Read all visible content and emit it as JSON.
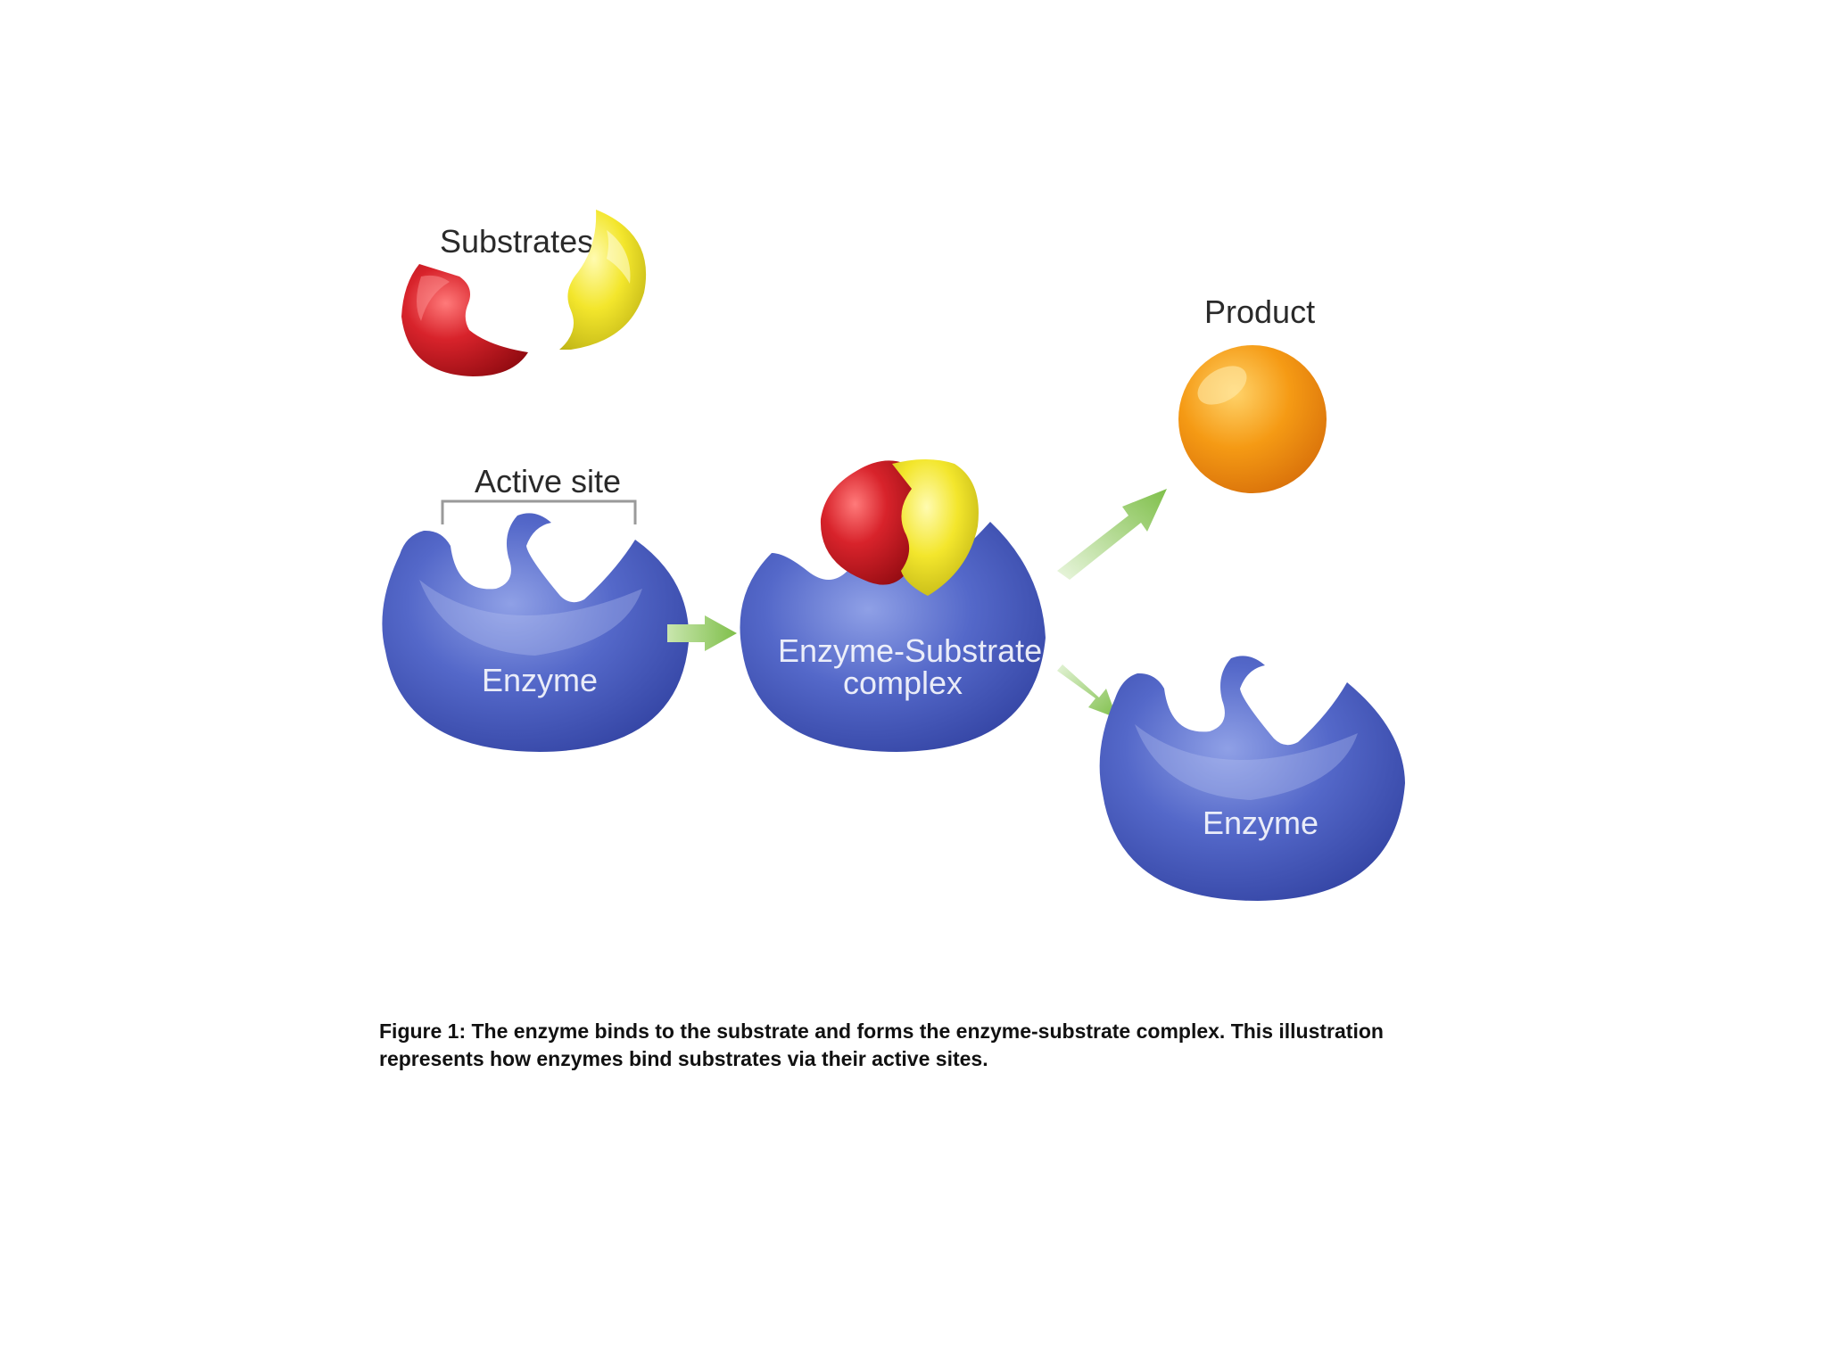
{
  "diagram": {
    "labels": {
      "substrates": "Substrates",
      "product": "Product",
      "active_site": "Active site",
      "enzyme_left": "Enzyme",
      "complex_line1": "Enzyme-Substrate",
      "complex_line2": "complex",
      "enzyme_right": "Enzyme"
    },
    "colors": {
      "enzyme": "#4a5fc0",
      "substrate_red": "#c8141c",
      "substrate_yellow": "#f0e52a",
      "product": "#f39a12",
      "arrow": "#8cc65a"
    }
  },
  "caption": {
    "text": "Figure 1: The enzyme binds to the substrate and forms the enzyme-substrate complex. This illustration represents how enzymes bind substrates via their active sites."
  }
}
